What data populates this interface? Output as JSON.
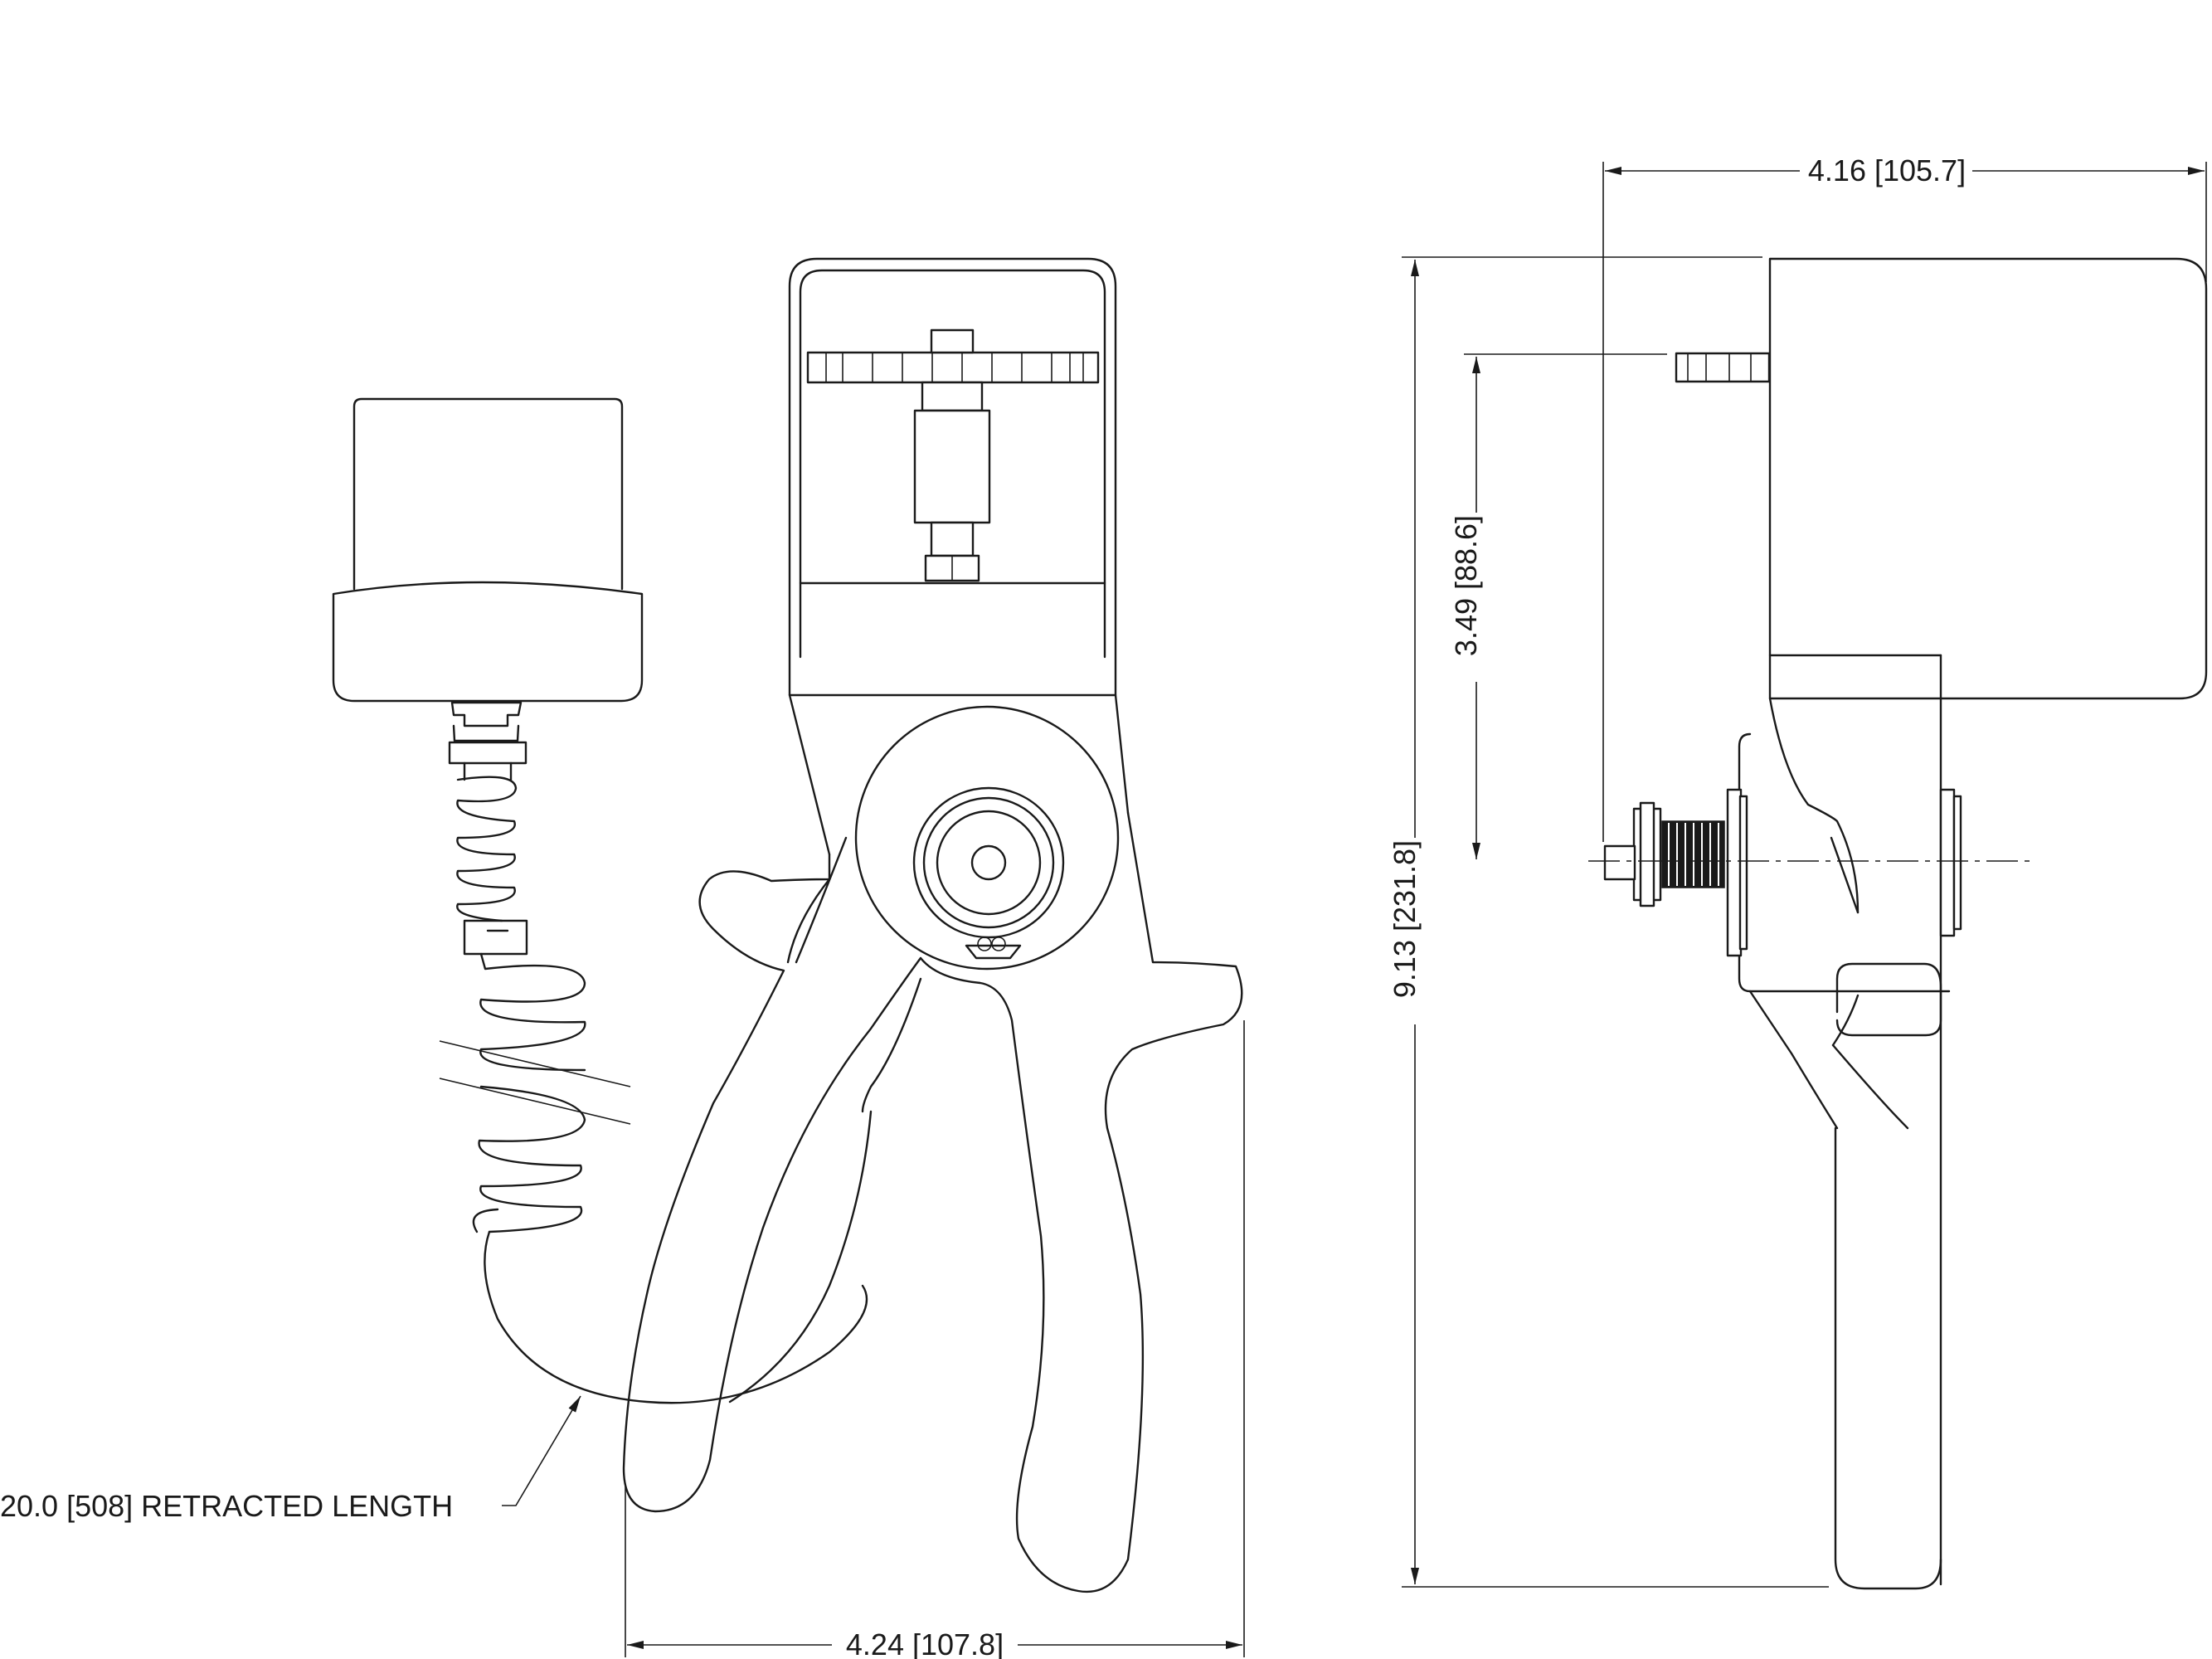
{
  "dimensions": {
    "overall_width_front": "4.24 [107.8]",
    "overall_depth_side": "4.16 [105.7]",
    "overall_height": "9.13 [231.8]",
    "axis_height": "3.49 [88.6]",
    "retracted_length": "20.0 [508] RETRACTED LENGTH"
  },
  "colors": {
    "line": "#1a1a1a",
    "background": "#ffffff"
  }
}
